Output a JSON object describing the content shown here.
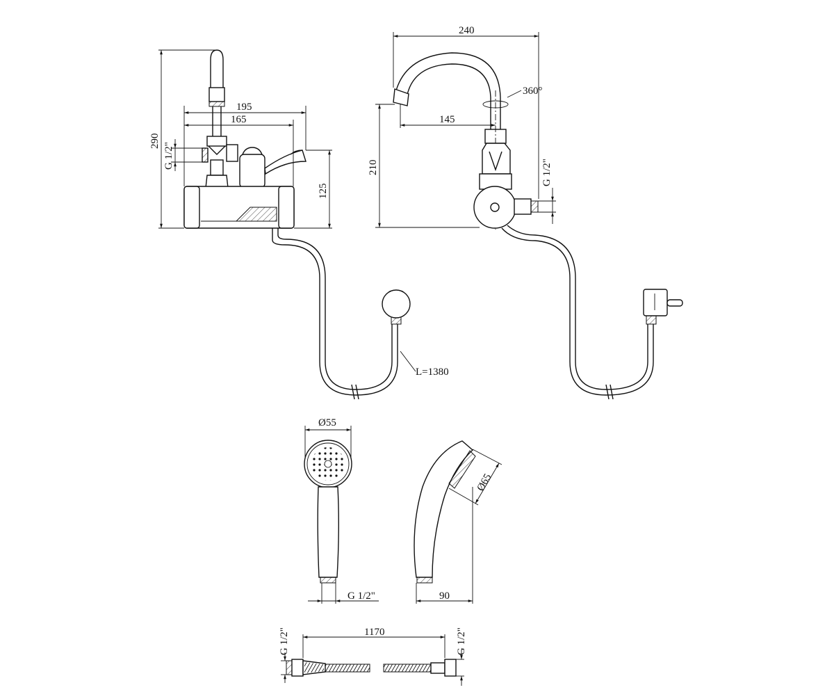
{
  "front_view": {
    "dim_width_outer": "195",
    "dim_width_inner": "165",
    "dim_height_total": "290",
    "dim_height_body": "125",
    "thread_left": "G 1/2\""
  },
  "side_view": {
    "dim_spout_reach": "240",
    "dim_spout_inner": "145",
    "dim_height": "210",
    "rotation": "360°",
    "thread_inlet": "G 1/2\""
  },
  "hose_annotation": "L=1380",
  "shower_head_front": {
    "dim_diameter": "Ø55",
    "thread": "G 1/2\""
  },
  "shower_head_side": {
    "dim_diameter": "Ø65",
    "dim_width": "90"
  },
  "hose_detail": {
    "dim_length": "1170",
    "thread_left": "G 1/2\"",
    "thread_right": "G 1/2\""
  }
}
